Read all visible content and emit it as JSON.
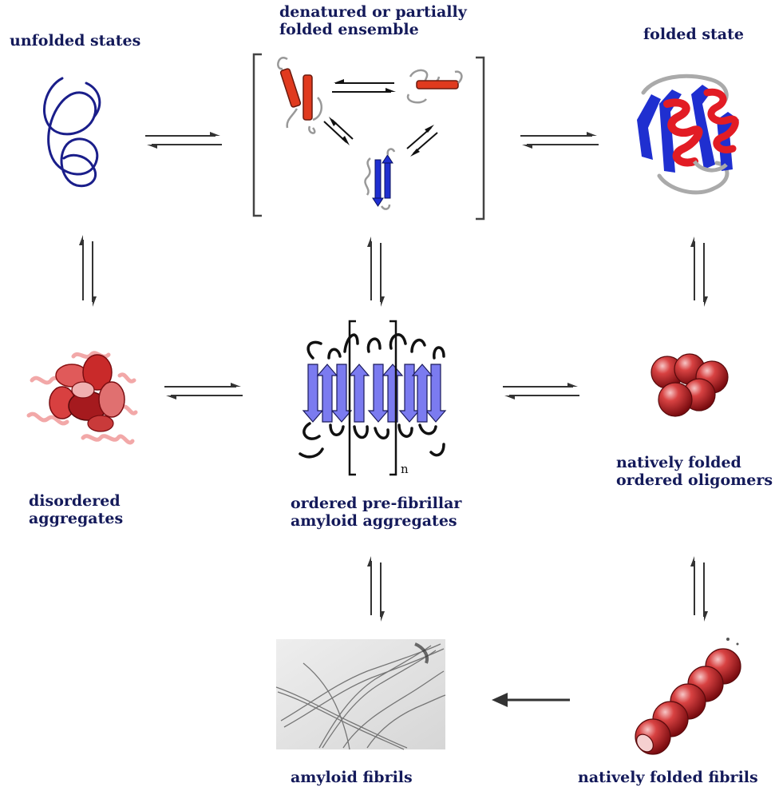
{
  "labels": {
    "unfolded": "unfolded states",
    "denatured_line1": "denatured or partially",
    "denatured_line2": "folded ensemble",
    "folded": "folded state",
    "disordered_line1": "disordered",
    "disordered_line2": "aggregates",
    "prefibrillar_line1": "ordered pre-fibrillar",
    "prefibrillar_line2": "amyloid aggregates",
    "oligomers_line1": "natively folded",
    "oligomers_line2": "ordered oligomers",
    "fibrils": "amyloid fibrils",
    "native_fibrils": "natively folded fibrils",
    "repeat_n": "n"
  },
  "colors": {
    "label_text": "#141a5a",
    "arrow": "#333333",
    "helix_red": "#e03a1e",
    "strand_blue": "#1f2fd0",
    "strand_lavender": "#7878ee",
    "coil_navy": "#1a1e8a",
    "sphere_red": "#c0262a",
    "loop_grey": "#aaaaaa"
  }
}
